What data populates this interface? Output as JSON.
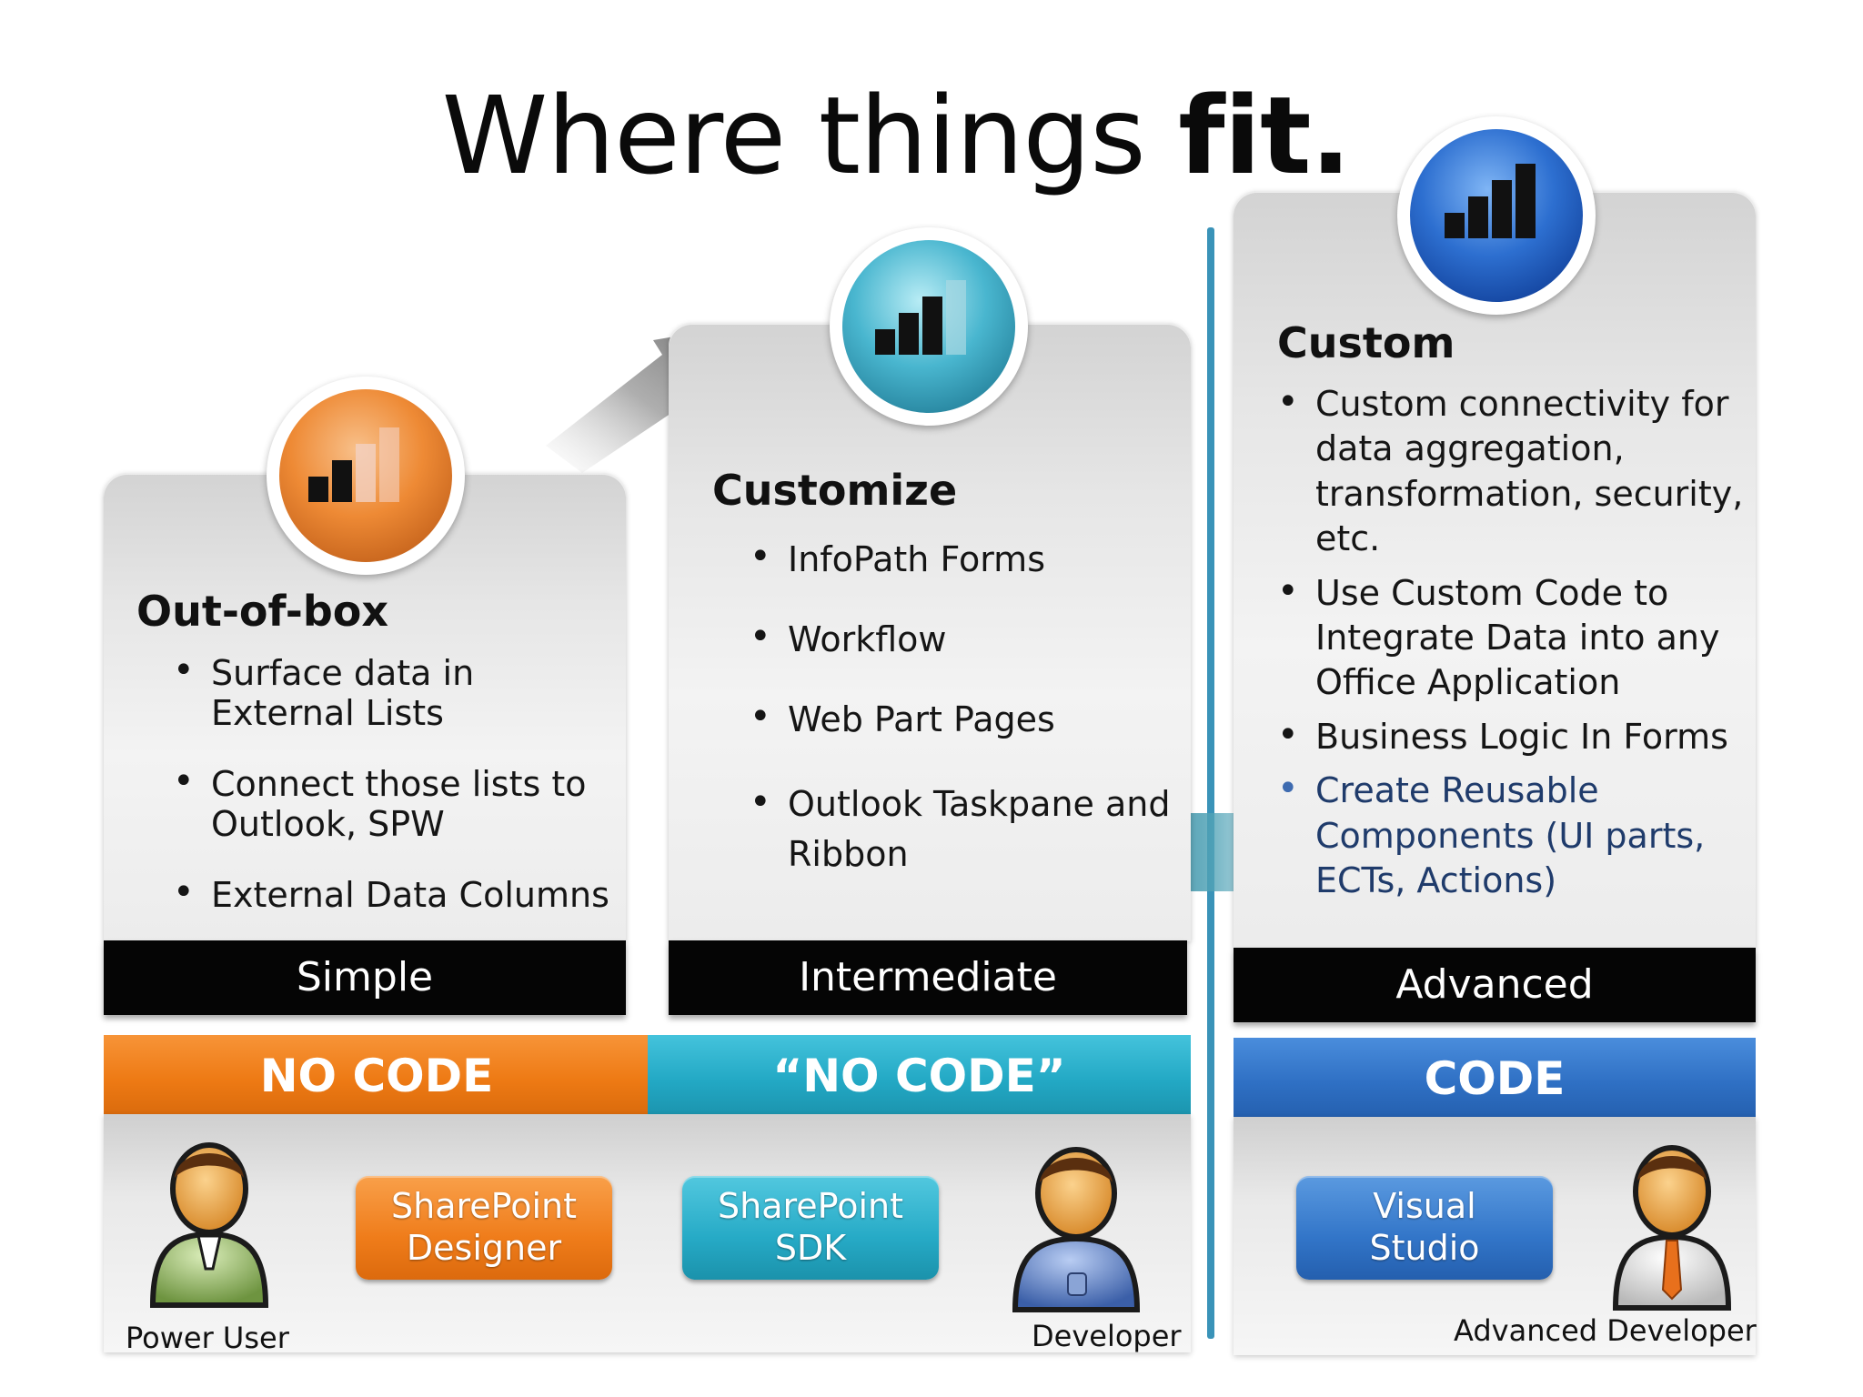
{
  "title": {
    "main": "Where things",
    "emphasis": "fit."
  },
  "columns": [
    {
      "heading": "Out-of-box",
      "bullets": [
        "Surface data in External Lists",
        "Connect those lists to Outlook, SPW",
        "External Data Columns"
      ],
      "level": "Simple"
    },
    {
      "heading": "Customize",
      "bullets": [
        "InfoPath Forms",
        "Workflow",
        "Web Part Pages",
        "Outlook Taskpane and Ribbon"
      ],
      "level": "Intermediate"
    },
    {
      "heading": "Custom",
      "bullets": [
        "Custom connectivity for data aggregation, transformation, security, etc.",
        "Use Custom Code to Integrate Data into any Office Application",
        "Business Logic In Forms",
        "Create Reusable Components (UI parts, ECTs, Actions)"
      ],
      "level": "Advanced"
    }
  ],
  "code_bars": {
    "no_code": "NO CODE",
    "quoted_no_code": "“NO CODE”",
    "code": "CODE"
  },
  "tools": {
    "sharepoint_designer": [
      "SharePoint",
      "Designer"
    ],
    "sharepoint_sdk": [
      "SharePoint",
      "SDK"
    ],
    "visual_studio": [
      "Visual",
      "Studio"
    ]
  },
  "personas": {
    "power_user": "Power User",
    "developer": "Developer",
    "advanced_developer": "Advanced Developer"
  },
  "colors": {
    "orange": "#ee7a14",
    "teal": "#23a9c5",
    "blue": "#2f70c4",
    "divider": "#3a93b8",
    "highlight_text": "#1f3b6b"
  },
  "icons": {
    "orb": "signal-bars-icon",
    "persona": "person-icon"
  }
}
